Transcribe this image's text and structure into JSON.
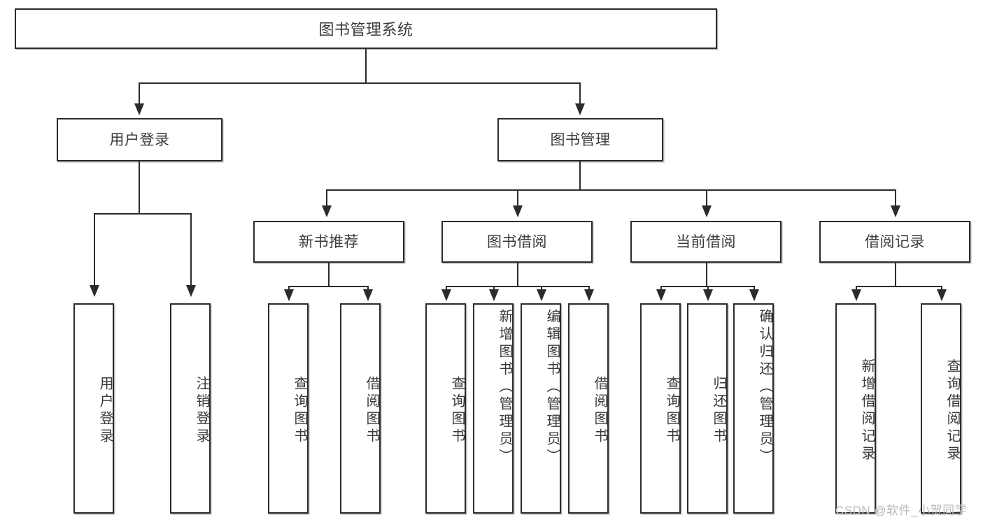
{
  "diagram": {
    "type": "tree-hierarchy-function-decomposition",
    "root": {
      "id": "root",
      "label": "图书管理系统"
    },
    "level2": [
      {
        "id": "login",
        "label": "用户登录"
      },
      {
        "id": "books",
        "label": "图书管理"
      }
    ],
    "level3": [
      {
        "id": "newbook",
        "label": "新书推荐",
        "parent": "books"
      },
      {
        "id": "borrow",
        "label": "图书借阅",
        "parent": "books"
      },
      {
        "id": "current",
        "label": "当前借阅",
        "parent": "books"
      },
      {
        "id": "records",
        "label": "借阅记录",
        "parent": "books"
      }
    ],
    "leaves": {
      "login": [
        {
          "id": "leaf-user-login",
          "label": "用户登录"
        },
        {
          "id": "leaf-user-logout",
          "label": "注销登录"
        }
      ],
      "newbook": [
        {
          "id": "leaf-query-book-1",
          "label": "查询图书"
        },
        {
          "id": "leaf-borrow-book-1",
          "label": "借阅图书"
        }
      ],
      "borrow": [
        {
          "id": "leaf-query-book-2",
          "label": "查询图书"
        },
        {
          "id": "leaf-add-book",
          "label": "新增图书（管理员）"
        },
        {
          "id": "leaf-edit-book",
          "label": "编辑图书（管理员）"
        },
        {
          "id": "leaf-borrow-book-2",
          "label": "借阅图书"
        }
      ],
      "current": [
        {
          "id": "leaf-query-book-3",
          "label": "查询图书"
        },
        {
          "id": "leaf-return-book",
          "label": "归还图书"
        },
        {
          "id": "leaf-confirm-return",
          "label": "确认归还（管理员）"
        }
      ],
      "records": [
        {
          "id": "leaf-add-record",
          "label": "新增借阅记录"
        },
        {
          "id": "leaf-query-record",
          "label": "查询借阅记录"
        }
      ]
    }
  },
  "watermark": {
    "text": "CSDN @软件_小贺同学"
  },
  "colors": {
    "line": "#2b2b2b",
    "box_border": "#2b2b2b",
    "box_fill": "#ffffff",
    "text": "#3a3a3a",
    "watermark": "#b9b9b9",
    "page_background": "#ffffff"
  }
}
